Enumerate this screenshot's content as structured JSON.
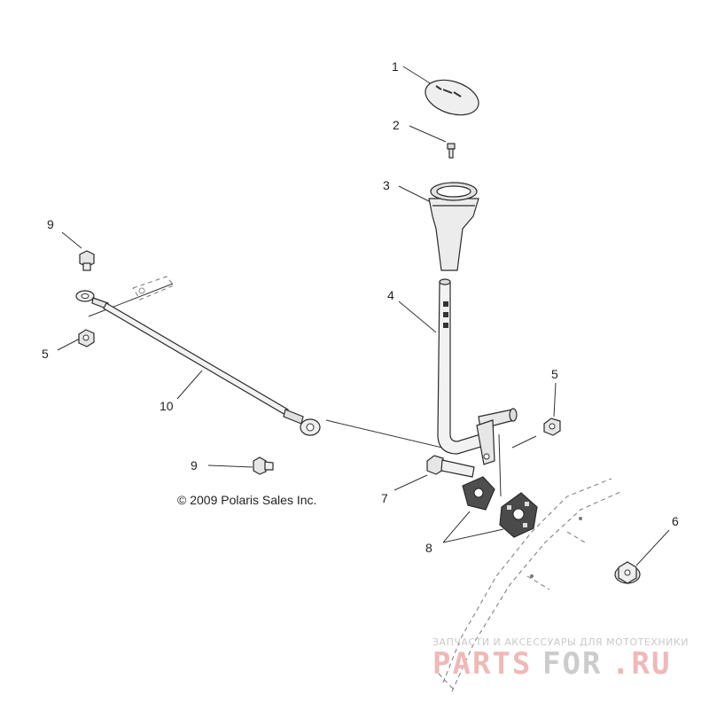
{
  "callouts": {
    "c1": "1",
    "c2": "2",
    "c3": "3",
    "c4": "4",
    "c5a": "5",
    "c5b": "5",
    "c6": "6",
    "c7": "7",
    "c8": "8",
    "c9a": "9",
    "c9b": "9",
    "c10": "10"
  },
  "copyright": "© 2009 Polaris Sales Inc.",
  "watermark": {
    "tagline": "ЗАПЧАСТИ И АКСЕССУАРЫ ДЛЯ МОТОТЕХНИКИ",
    "brand_left": "PARTS",
    "brand_mid": "FOR",
    "brand_right": ".RU"
  },
  "colors": {
    "line": "#2a2a2a",
    "part_fill": "#ececec",
    "dark_fill": "#555555",
    "watermark_red": "#f0b8b8"
  }
}
